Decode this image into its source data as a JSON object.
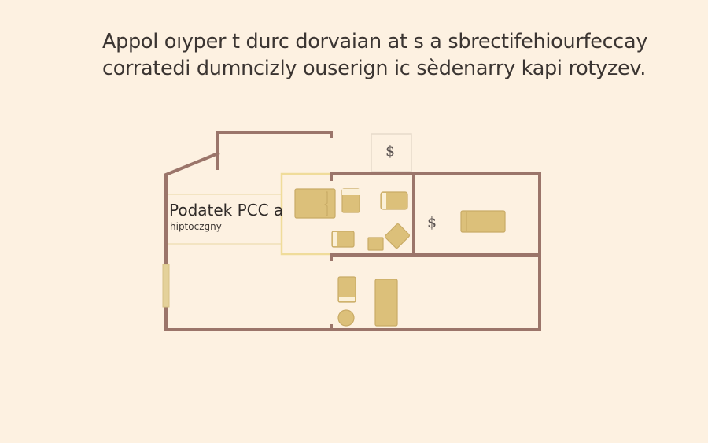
{
  "headline": {
    "line1": "Appol oıyper t durc dorvaian at s a sbrectifehiourfeccay",
    "line2": "corratedi dumncizly ouserign ic sèdenarry kapi rotyzev."
  },
  "floorplan": {
    "room_label": "Podatek PCC a",
    "room_sublabel": "hiptoczgny",
    "symbols": {
      "top_box_symbol": "$",
      "right_room_symbol": "$"
    },
    "colors": {
      "background": "#fdf1e1",
      "wall": "#9b756a",
      "furniture": "#dcc07a",
      "furniture_stroke": "#c9ab66",
      "highlight_outline": "#f0dc9a",
      "guide_line": "#f3e4c2"
    }
  }
}
